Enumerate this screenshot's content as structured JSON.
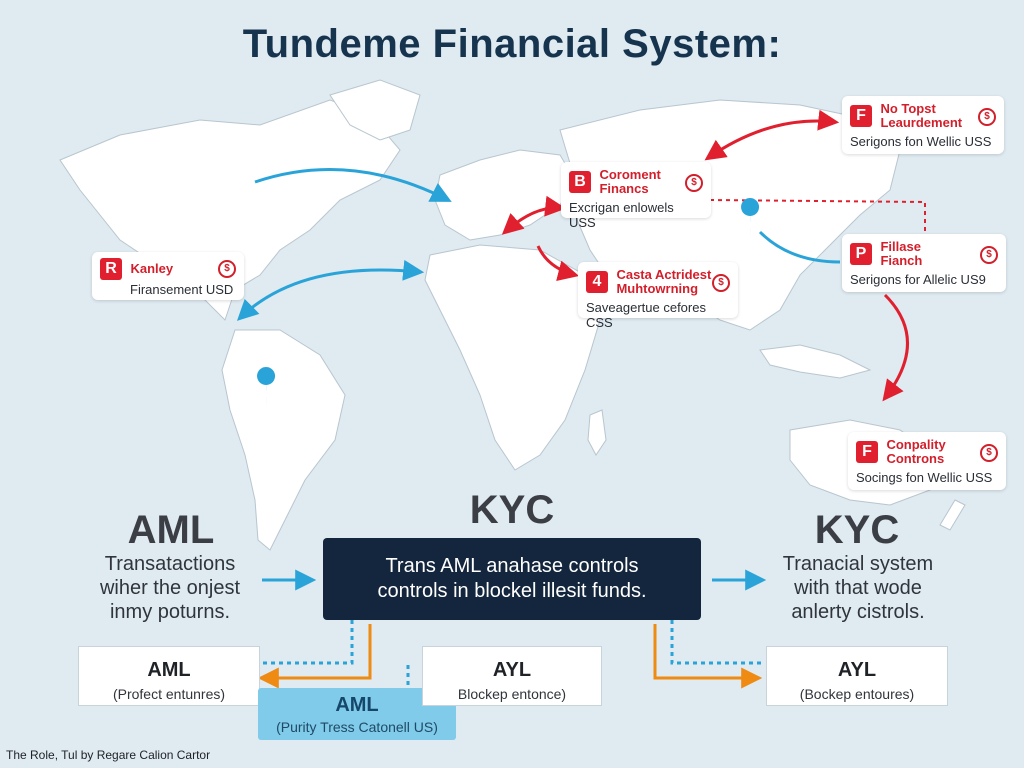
{
  "title": "Tundeme Financial System:",
  "map_cards": [
    {
      "id": "no-topst",
      "badge": "F",
      "title_line1": "No Topst",
      "title_line2": "Leaurdement",
      "sub": "Serigons fon Wellic USS"
    },
    {
      "id": "corament",
      "badge": "B",
      "title_line1": "Coroment",
      "title_line2": "Financs",
      "sub": "Excrigan enlowels USS"
    },
    {
      "id": "kanley",
      "badge": "R",
      "title_line1": "Kanley",
      "title_line2": "",
      "sub": "Firansement USD"
    },
    {
      "id": "fillase",
      "badge": "P",
      "title_line1": "Fillase",
      "title_line2": "Fianch",
      "sub": "Serigons for Allelic US9"
    },
    {
      "id": "casta",
      "badge": "4",
      "title_line1": "Casta Actridest",
      "title_line2": "Muhtowrning",
      "sub": "Saveagertue cefores CSS"
    },
    {
      "id": "conpality",
      "badge": "F",
      "title_line1": "Conpality",
      "title_line2": "Controns",
      "sub": "Socings fon Wellic USS"
    }
  ],
  "left_heading": "AML",
  "left_desc": [
    "Transatactions",
    "wiher the onjest",
    "inmy poturns."
  ],
  "center_heading": "KYC",
  "center_box": [
    "Trans AML anahase controls",
    "controls in blockel illesit funds."
  ],
  "right_heading": "KYC",
  "right_desc": [
    "Tranacial system",
    "with that wode",
    "anlerty cistrols."
  ],
  "bottom_boxes": [
    {
      "id": "aml-left",
      "heading": "AML",
      "sub": "(Profect entunres)"
    },
    {
      "id": "aml-mid",
      "heading": "AML",
      "sub": "(Purity Tress Catonell US)"
    },
    {
      "id": "ayl-mid",
      "heading": "AYL",
      "sub": "Blockep entonce)"
    },
    {
      "id": "ayl-right",
      "heading": "AYL",
      "sub": "(Bockep entoures)"
    }
  ],
  "footer": "The Role, Tul by Regare Calion Cartor",
  "colors": {
    "accent_red": "#e0202e",
    "accent_blue": "#2aa4d8",
    "accent_orange": "#ef8a12",
    "dark_box": "#14263d",
    "background": "#dfeaf1"
  },
  "icons": [
    "money-bag-icon",
    "map-pin-icon",
    "arrow-icon"
  ]
}
